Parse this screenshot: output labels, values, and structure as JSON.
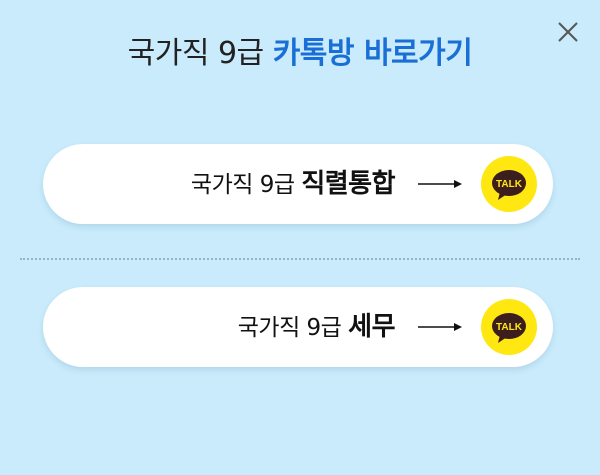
{
  "popup": {
    "title_regular": "국가직 9급",
    "title_accent": "카톡방 바로가기",
    "colors": {
      "background": "#c9ebfb",
      "accent": "#1a6fd6",
      "talk_yellow": "#ffe812",
      "talk_brown": "#3c1e1e"
    }
  },
  "buttons": [
    {
      "prefix": "국가직 9급",
      "name": "직렬통합",
      "icon_text": "TALK",
      "icon": "kakao-talk-icon"
    },
    {
      "prefix": "국가직 9급",
      "name": "세무",
      "icon_text": "TALK",
      "icon": "kakao-talk-icon"
    }
  ],
  "icons": {
    "close": "close-icon",
    "arrow": "arrow-right-icon"
  }
}
